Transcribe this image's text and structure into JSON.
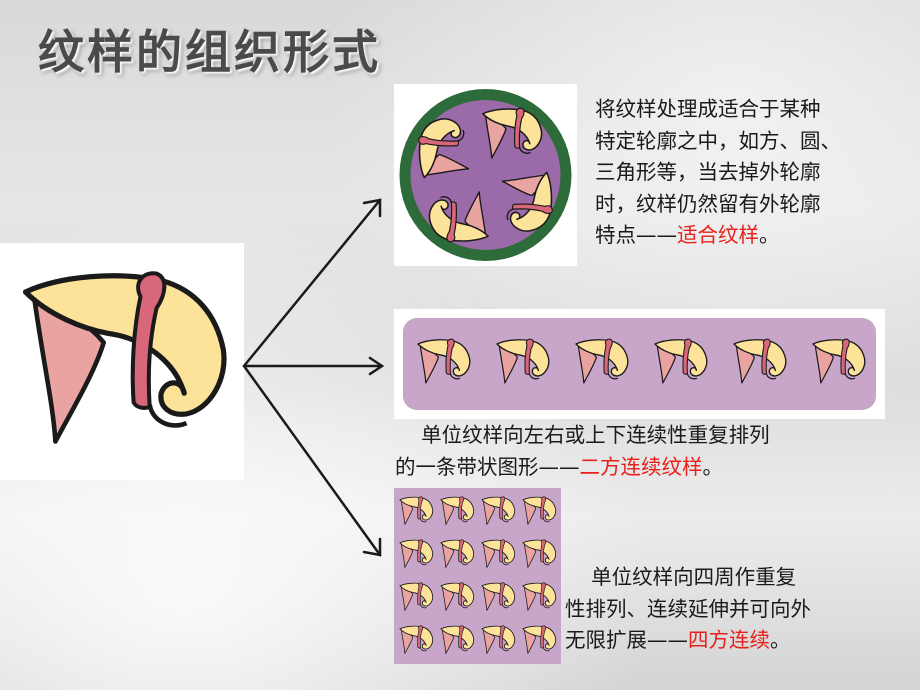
{
  "slide": {
    "title": "纹样的组织形式"
  },
  "texts": {
    "fitted": {
      "line1": "将纹样处理成适合于某种",
      "line2": "特定轮廓之中，如方、圆、",
      "line3": "三角形等，当去掉外轮廓",
      "line4": "时，纹样仍然留有外轮廓",
      "line5_prefix": "特点——",
      "line5_highlight": "适合纹样",
      "line5_suffix": "。"
    },
    "band": {
      "line1": "    单位纹样向左右或上下连续性重复排列",
      "line2_prefix": "的一条带状图形——",
      "line2_highlight": "二方连续纹样",
      "line2_suffix": "。"
    },
    "tile": {
      "line1": "    单位纹样向四周作重复",
      "line2": "性排列、连续延伸并可向外",
      "line3_prefix": "无限扩展——",
      "line3_highlight": "四方连续",
      "line3_suffix": "。"
    }
  },
  "colors": {
    "highlight": "#e8201c",
    "petal_yellow": "#fde29a",
    "petal_pink": "#e9a3a0",
    "stamen_pink": "#d9677a",
    "outline": "#1a1a1a",
    "circle_ring": "#2e6b3a",
    "circle_fill": "#9b6aa8",
    "motif_orange": "#f2b12f",
    "lilac_bg": "#c7a6c9"
  },
  "icons": {
    "unit_motif": "calla-lily-motif-icon",
    "arrow": "arrow-right-icon"
  }
}
